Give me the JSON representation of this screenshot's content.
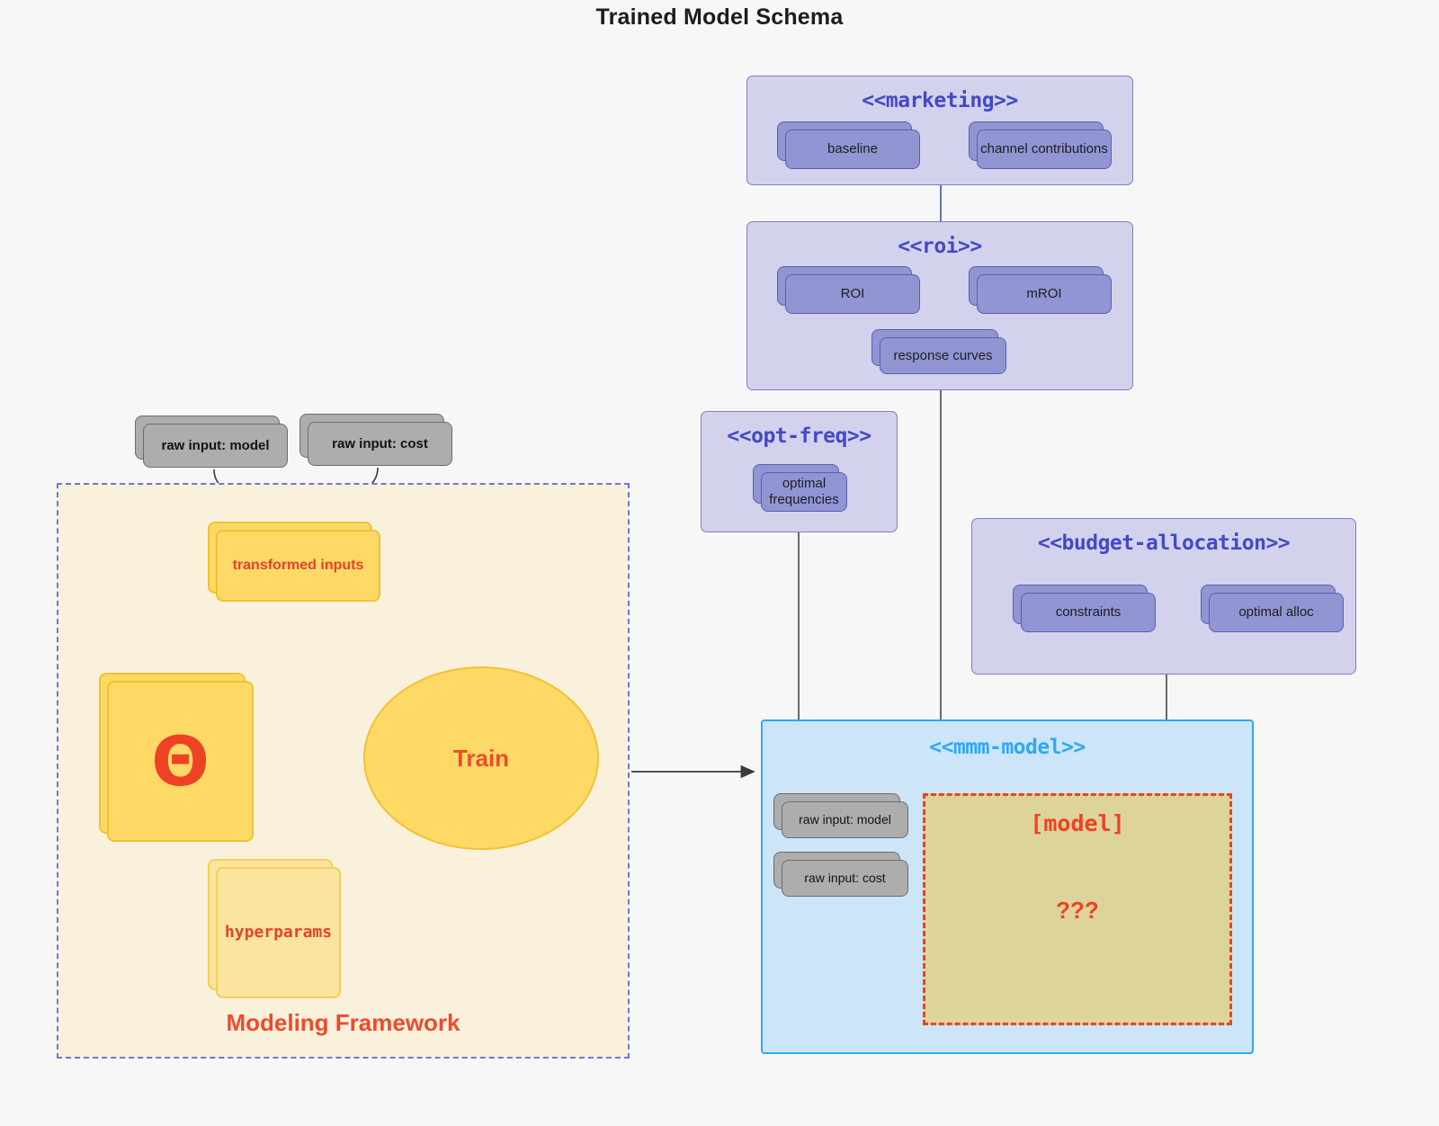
{
  "title": "Trained Model Schema",
  "packages": {
    "marketing": {
      "name": "<<marketing>>",
      "artifacts": [
        "baseline",
        "channel contributions"
      ]
    },
    "roi": {
      "name": "<<roi>>",
      "artifacts": [
        "ROI",
        "mROI",
        "response curves"
      ]
    },
    "opt_freq": {
      "name": "<<opt-freq>>",
      "artifacts": [
        "optimal frequencies"
      ]
    },
    "budget_allocation": {
      "name": "<<budget-allocation>>",
      "artifacts": [
        "constraints",
        "optimal alloc"
      ]
    },
    "mmm_model": {
      "name": "<<mmm-model>>",
      "artifacts": [
        "raw input: model",
        "raw input: cost"
      ],
      "model_region": {
        "label": "[model]",
        "unknown": "???"
      }
    }
  },
  "framework": {
    "label": "Modeling Framework",
    "inputs": [
      "raw input: model",
      "raw input: cost"
    ],
    "transformed": "transformed inputs",
    "theta": "Θ",
    "hyperparams": "hyperparams",
    "train": "Train"
  },
  "colors": {
    "package_fill": "#d2d2ec",
    "package_stroke": "#7c7fc8",
    "package_title": "#4448c8",
    "artifact_fill": "#9195d4",
    "artifact_stroke": "#5b5fae",
    "grey_fill": "#adadad",
    "grey_stroke": "#6d6d6d",
    "yellow_fill": "#ffd966",
    "yellow_stroke": "#f2c230",
    "pale_yellow_fill": "#fbe4a0",
    "framework_fill": "#faf1dd",
    "framework_stroke": "#6c77d8",
    "mmm_fill": "#cce5f9",
    "mmm_stroke": "#2fa8f5",
    "model_region_fill": "#ddd49b",
    "accent_red": "#ee4224",
    "edge_grey": "#5a5a5a",
    "background": "#f7f7f7"
  }
}
